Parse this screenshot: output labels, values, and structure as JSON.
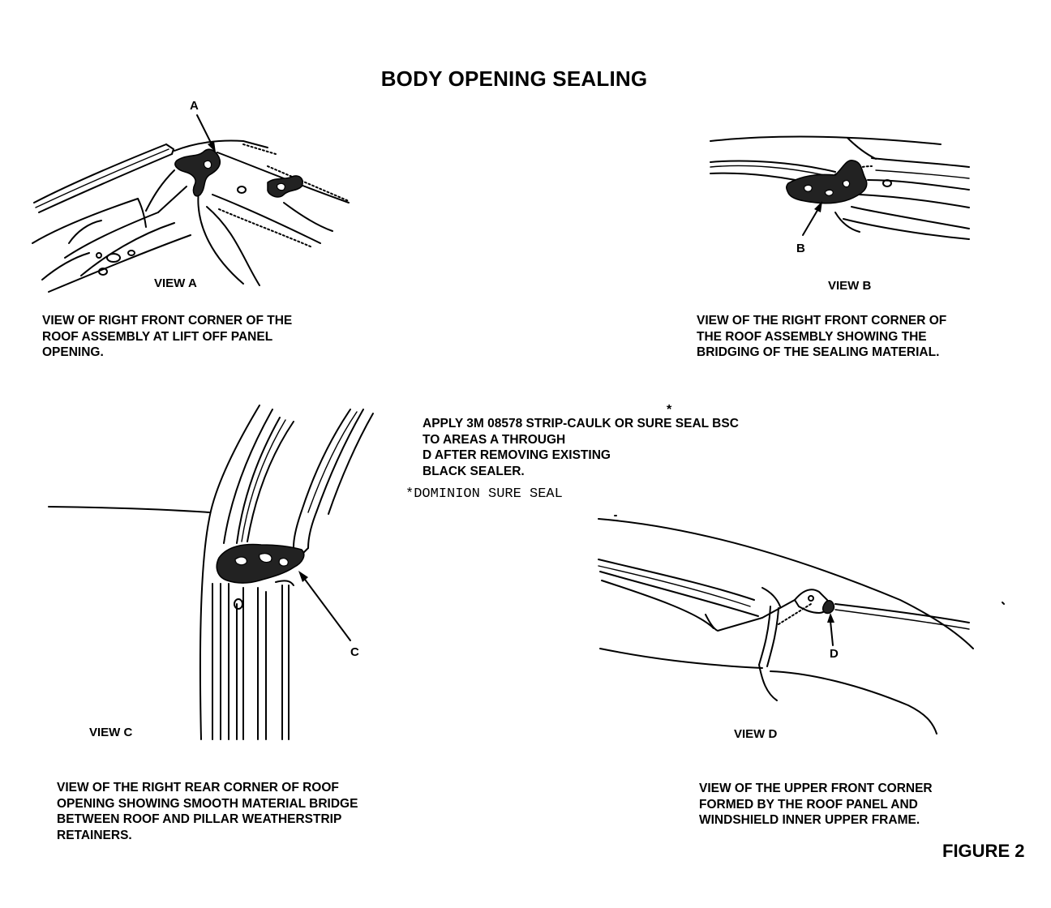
{
  "title": "BODY OPENING SEALING",
  "instructions": {
    "lines": [
      "APPLY 3M 08578 STRIP-CAULK OR SURE SEAL BSC",
      "TO AREAS A THROUGH",
      "D AFTER REMOVING EXISTING",
      "BLACK SEALER."
    ],
    "asterisk": "*",
    "footnote": "*DOMINION SURE SEAL"
  },
  "views": {
    "a": {
      "label": "VIEW A",
      "callout": "A",
      "caption": [
        "VIEW OF RIGHT FRONT CORNER OF THE",
        "ROOF ASSEMBLY AT LIFT OFF PANEL",
        "OPENING."
      ]
    },
    "b": {
      "label": "VIEW B",
      "callout": "B",
      "caption": [
        "VIEW OF THE RIGHT FRONT CORNER OF",
        "THE ROOF ASSEMBLY SHOWING THE",
        "BRIDGING OF THE SEALING MATERIAL."
      ]
    },
    "c": {
      "label": "VIEW C",
      "callout": "C",
      "caption": [
        "VIEW OF THE RIGHT REAR CORNER OF ROOF",
        "OPENING SHOWING SMOOTH MATERIAL BRIDGE",
        "BETWEEN ROOF AND PILLAR WEATHERSTRIP",
        "RETAINERS."
      ]
    },
    "d": {
      "label": "VIEW D",
      "callout": "D",
      "caption": [
        "VIEW OF THE UPPER FRONT CORNER",
        "FORMED BY THE ROOF PANEL AND",
        "WINDSHIELD INNER UPPER FRAME."
      ]
    }
  },
  "figure_label": "FIGURE 2"
}
